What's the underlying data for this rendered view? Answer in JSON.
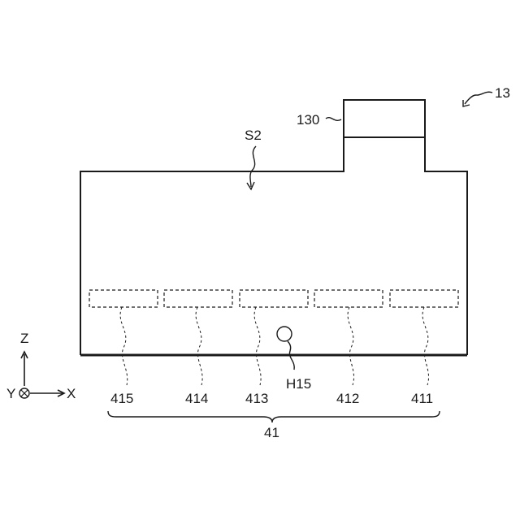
{
  "figure": {
    "ref_assembly": "13",
    "ref_top_block": "130",
    "ref_space": "S2",
    "ref_hole": "H15",
    "ref_group": "41",
    "elements": [
      {
        "id": "element-415",
        "label": "415"
      },
      {
        "id": "element-414",
        "label": "414"
      },
      {
        "id": "element-413",
        "label": "413"
      },
      {
        "id": "element-412",
        "label": "412"
      },
      {
        "id": "element-411",
        "label": "411"
      }
    ]
  },
  "axes": {
    "z_label": "Z",
    "y_label": "Y",
    "x_label": "X"
  }
}
